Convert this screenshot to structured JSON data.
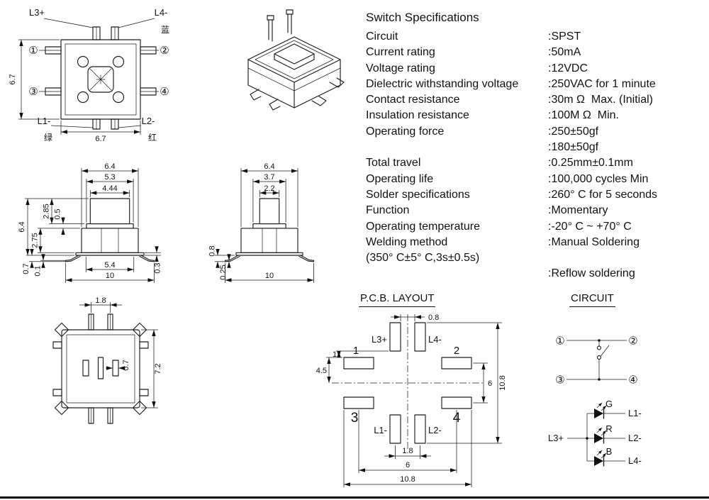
{
  "specs": {
    "title": "Switch Specifications",
    "rows": [
      {
        "label": "Circuit",
        "value": ":SPST"
      },
      {
        "label": "Current rating",
        "value": ":50mA"
      },
      {
        "label": "Voltage rating",
        "value": ":12VDC"
      },
      {
        "label": "Dielectric withstanding voltage",
        "value": ":250VAC for 1 minute"
      },
      {
        "label": "Contact resistance",
        "value": ":30m Ω  Max. (Initial)"
      },
      {
        "label": "Insulation resistance",
        "value": ":100M Ω  Min."
      },
      {
        "label": "Operating force",
        "value": ":250±50gf"
      },
      {
        "label": "",
        "value": ":180±50gf"
      },
      {
        "label": "",
        "value": ""
      },
      {
        "label": "Total travel",
        "value": ":0.25mm±0.1mm"
      },
      {
        "label": "Operating life",
        "value": ":100,000 cycles Min"
      },
      {
        "label": "Solder specifications",
        "value": ":260° C for 5 seconds"
      },
      {
        "label": "Function",
        "value": ":Momentary"
      },
      {
        "label": "Operating temperature",
        "value": ":-20° C ~ +70° C"
      },
      {
        "label": "Welding method",
        "value": ":Manual Soldering"
      },
      {
        "label": "(350° C±5° C,3s±0.5s)",
        "value": ""
      },
      {
        "label": "",
        "value": ":Reflow soldering"
      }
    ]
  },
  "top_view": {
    "pin1": "①",
    "pin2": "②",
    "pin3": "③",
    "pin4": "④",
    "l3": "L3+",
    "l4": "L4-",
    "l4_color": "蓝",
    "l1": "L1-",
    "l1_color": "绿",
    "l2": "L2-",
    "l2_color": "红",
    "dim_height": "6.7",
    "dim_width": "6.7"
  },
  "front_view": {
    "dim_w1": "6.4",
    "dim_w2": "5.3",
    "dim_w3": "4.44",
    "dim_h_total": "6.4",
    "dim_h_body": "2.75",
    "dim_h_btn": "2.85",
    "dim_h_step": "0.5",
    "dim_base": "5.4",
    "dim_feet": "10",
    "dim_foot_h": "0.7",
    "dim_foot_t": "0.1",
    "dim_plate": "0.3"
  },
  "side_view": {
    "dim_w1": "6.4",
    "dim_w2": "3.7",
    "dim_w3": "2.2",
    "dim_foot_h": "0.8",
    "dim_foot_t": "0.25",
    "dim_feet": "10"
  },
  "bottom_view": {
    "dim_pins": "1.8",
    "dim_slot": "0.7",
    "dim_height": "7.2"
  },
  "pcb": {
    "title": "P.C.B. LAYOUT",
    "l3": "L3+",
    "l4": "L4-",
    "l1": "L1-",
    "l2": "L2-",
    "pad1": "1",
    "pad2": "2",
    "pad3": "3",
    "pad4": "4",
    "dim_gap": "0.8",
    "dim_offset": "1",
    "dim_top": "4.5",
    "dim_rows": "6",
    "dim_vspan": "10.8",
    "dim_cols": "1.8",
    "dim_pads": "6",
    "dim_hspan": "10.8"
  },
  "circuit": {
    "title": "CIRCUIT",
    "pin1": "①",
    "pin2": "②",
    "pin3": "③",
    "pin4": "④",
    "led1": "G",
    "led2": "R",
    "led3": "B",
    "out1": "L1-",
    "out2": "L2-",
    "out3": "L4-",
    "common": "L3+"
  }
}
